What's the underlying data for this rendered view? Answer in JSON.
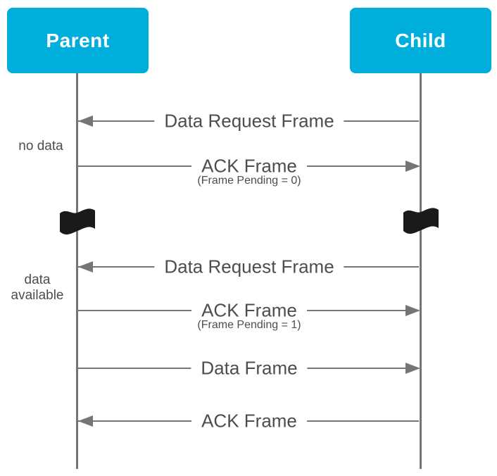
{
  "colors": {
    "accent": "#00AEDB",
    "line": "#757575",
    "text": "#4D4D4D",
    "flag": "#1A1A1A",
    "title_text": "#FFFFFF"
  },
  "diagram": {
    "actors": {
      "parent": {
        "label": "Parent"
      },
      "child": {
        "label": "Child"
      }
    },
    "messages": [
      {
        "label": "Data Request Frame",
        "sub": "",
        "direction": "child-to-parent"
      },
      {
        "label": "ACK Frame",
        "sub": "(Frame Pending = 0)",
        "direction": "parent-to-child"
      },
      {
        "label": "Data Request Frame",
        "sub": "",
        "direction": "child-to-parent"
      },
      {
        "label": "ACK Frame",
        "sub": "(Frame Pending = 1)",
        "direction": "parent-to-child"
      },
      {
        "label": "Data Frame",
        "sub": "",
        "direction": "parent-to-child"
      },
      {
        "label": "ACK Frame",
        "sub": "",
        "direction": "child-to-parent"
      }
    ],
    "side_notes": [
      {
        "text": "no data"
      },
      {
        "text": "data available"
      }
    ],
    "break_markers": {
      "icon": "flag-icon",
      "count": 2
    }
  }
}
